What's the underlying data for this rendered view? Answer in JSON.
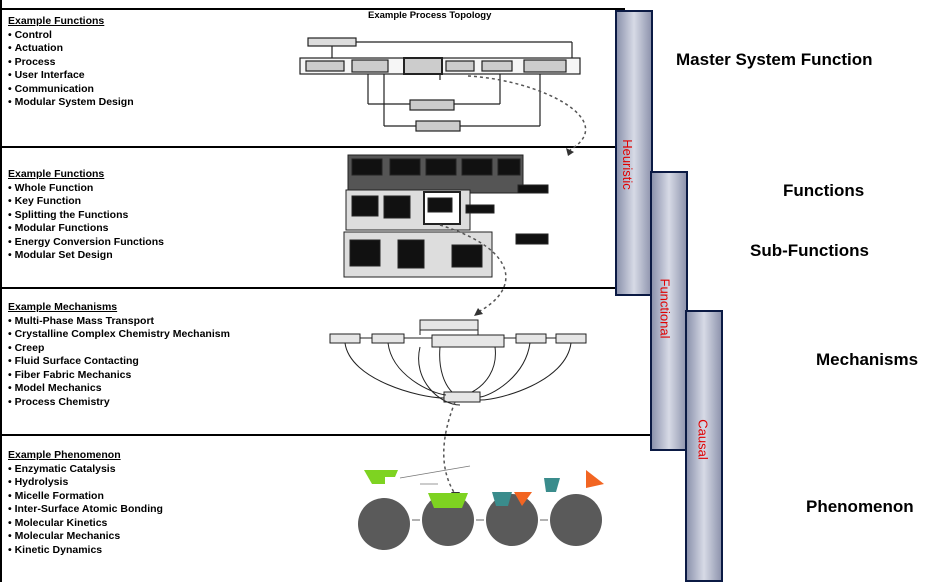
{
  "topology_title": "Example Process Topology",
  "sections": [
    {
      "title": "Example Functions",
      "items": [
        "Control",
        "Actuation",
        "Process",
        "User Interface",
        "Communication",
        "Modular System Design"
      ]
    },
    {
      "title": "Example Functions",
      "items": [
        "Whole Function",
        "Key Function",
        "Splitting the Functions",
        "Modular Functions",
        "Energy Conversion Functions",
        "Modular Set Design"
      ]
    },
    {
      "title": "Example Mechanisms",
      "items": [
        "Multi-Phase Mass Transport",
        "Crystalline Complex Chemistry Mechanism",
        "Creep",
        "Fluid Surface Contacting",
        "Fiber Fabric Mechanics",
        "Model Mechanics",
        "Process Chemistry"
      ]
    },
    {
      "title": "Example Phenomenon",
      "items": [
        "Enzymatic Catalysis",
        "Hydrolysis",
        "Micelle Formation",
        "Inter-Surface Atomic Bonding",
        "Molecular Kinetics",
        "Molecular Mechanics",
        "Kinetic Dynamics"
      ]
    }
  ],
  "levels": {
    "master": "Master System Function",
    "functions": "Functions",
    "subfunctions": "Sub-Functions",
    "mechanisms": "Mechanisms",
    "phenomenon": "Phenomenon"
  },
  "bars": {
    "heuristic": "Heuristic",
    "functional": "Functional",
    "causal": "Causal"
  },
  "colors": {
    "bar_border": "#0b1a44",
    "bar_text": "#e00000",
    "green": "#7ed321",
    "teal": "#3a8c8c",
    "orange": "#f26522"
  }
}
